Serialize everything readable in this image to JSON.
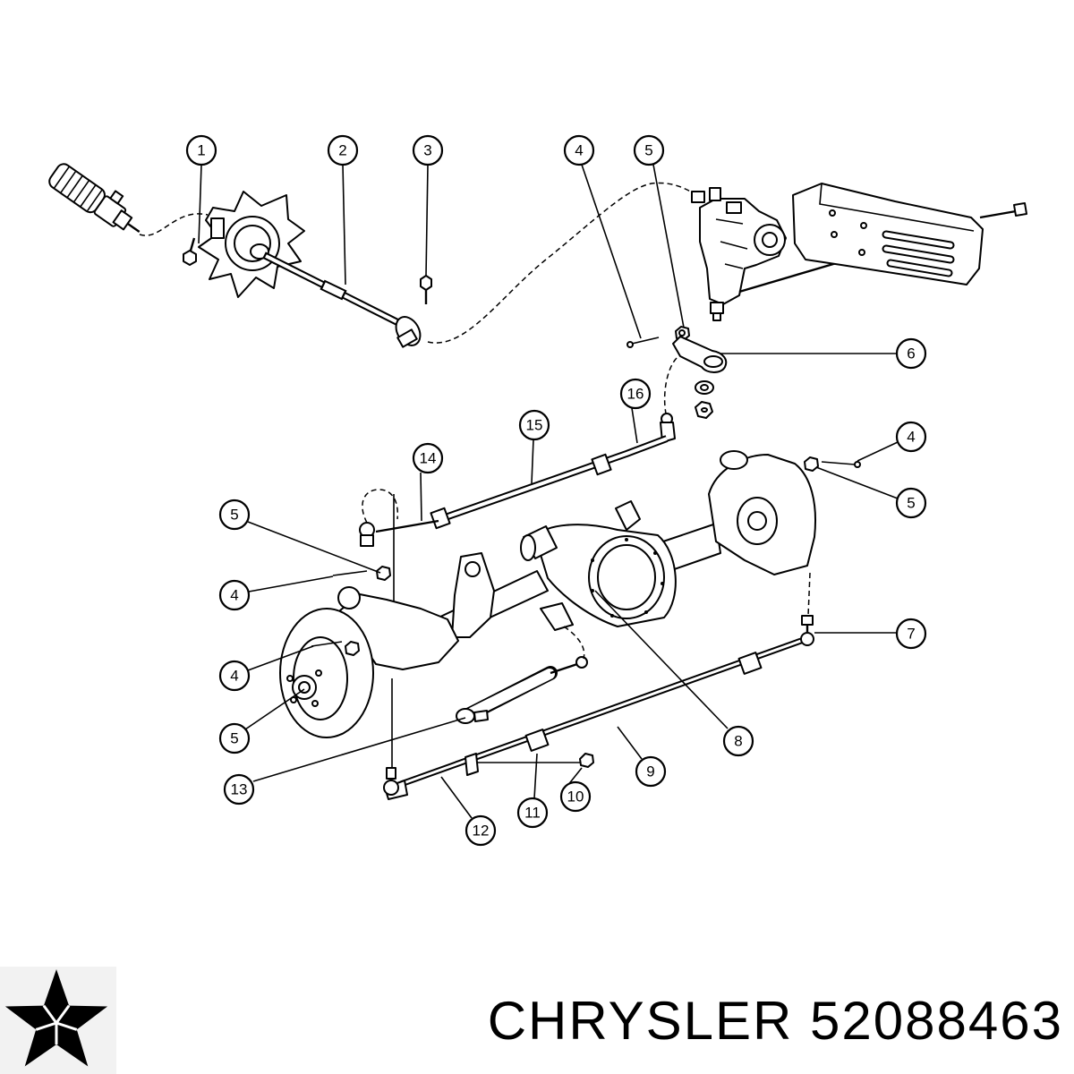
{
  "callouts": [
    "1",
    "2",
    "3",
    "4",
    "5",
    "6",
    "16",
    "15",
    "14",
    "4",
    "5",
    "5",
    "4",
    "4",
    "5",
    "7",
    "8",
    "9",
    "13",
    "12",
    "11",
    "10"
  ],
  "brand": {
    "name": "CHRYSLER",
    "part_number": "52088463",
    "logo_icon": "chrysler-pentastar-icon"
  },
  "colors": {
    "line": "#000000",
    "background": "#ffffff"
  }
}
